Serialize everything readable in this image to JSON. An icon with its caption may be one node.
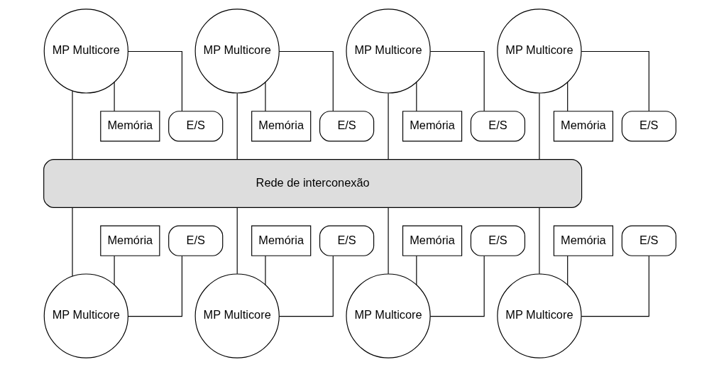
{
  "diagram": {
    "nodes": [
      {
        "text": [
          "MP Multicore"
        ]
      },
      {
        "text": [
          "MP Multicore"
        ]
      },
      {
        "text": [
          "MP Multicore"
        ]
      },
      {
        "text": [
          "MP Multicore"
        ]
      },
      {
        "text": [
          "Memória"
        ]
      },
      {
        "text": [
          "E/S"
        ]
      },
      {
        "text": [
          "Memória"
        ]
      },
      {
        "text": [
          "E/S"
        ]
      },
      {
        "text": [
          "Memória"
        ]
      },
      {
        "text": [
          "E/S"
        ]
      },
      {
        "text": [
          "Memória"
        ]
      },
      {
        "text": [
          "E/S"
        ]
      },
      {
        "text": [
          "Rede de interconexão"
        ]
      },
      {
        "text": [
          "Memória"
        ]
      },
      {
        "text": [
          "E/S"
        ]
      },
      {
        "text": [
          "Memória"
        ]
      },
      {
        "text": [
          "E/S"
        ]
      },
      {
        "text": [
          "Memória"
        ]
      },
      {
        "text": [
          "E/S"
        ]
      },
      {
        "text": [
          "Memória"
        ]
      },
      {
        "text": [
          "E/S"
        ]
      },
      {
        "text": [
          "MP Multicore"
        ]
      },
      {
        "text": [
          "MP Multicore"
        ]
      },
      {
        "text": [
          "MP Multicore"
        ]
      },
      {
        "text": [
          "MP Multicore"
        ]
      }
    ],
    "edges": [
      {
        "from": 0,
        "to": 12,
        "arrow": "none"
      },
      {
        "from": 0,
        "to": 4,
        "arrow": "none"
      },
      {
        "from": 0,
        "to": 5,
        "arrow": "none"
      },
      {
        "from": 1,
        "to": 12,
        "arrow": "none"
      },
      {
        "from": 1,
        "to": 6,
        "arrow": "none"
      },
      {
        "from": 1,
        "to": 7,
        "arrow": "none"
      },
      {
        "from": 2,
        "to": 12,
        "arrow": "none"
      },
      {
        "from": 2,
        "to": 8,
        "arrow": "none"
      },
      {
        "from": 2,
        "to": 9,
        "arrow": "none"
      },
      {
        "from": 3,
        "to": 12,
        "arrow": "none"
      },
      {
        "from": 3,
        "to": 10,
        "arrow": "none"
      },
      {
        "from": 3,
        "to": 11,
        "arrow": "none"
      },
      {
        "from": 12,
        "to": 21,
        "arrow": "none"
      },
      {
        "from": 13,
        "to": 21,
        "arrow": "none"
      },
      {
        "from": 14,
        "to": 21,
        "arrow": "none"
      },
      {
        "from": 12,
        "to": 22,
        "arrow": "none"
      },
      {
        "from": 15,
        "to": 22,
        "arrow": "none"
      },
      {
        "from": 16,
        "to": 22,
        "arrow": "none"
      },
      {
        "from": 12,
        "to": 23,
        "arrow": "none"
      },
      {
        "from": 17,
        "to": 23,
        "arrow": "none"
      },
      {
        "from": 18,
        "to": 23,
        "arrow": "none"
      },
      {
        "from": 12,
        "to": 24,
        "arrow": "none"
      },
      {
        "from": 19,
        "to": 24,
        "arrow": "none"
      },
      {
        "from": 20,
        "to": 24,
        "arrow": "none"
      }
    ]
  }
}
